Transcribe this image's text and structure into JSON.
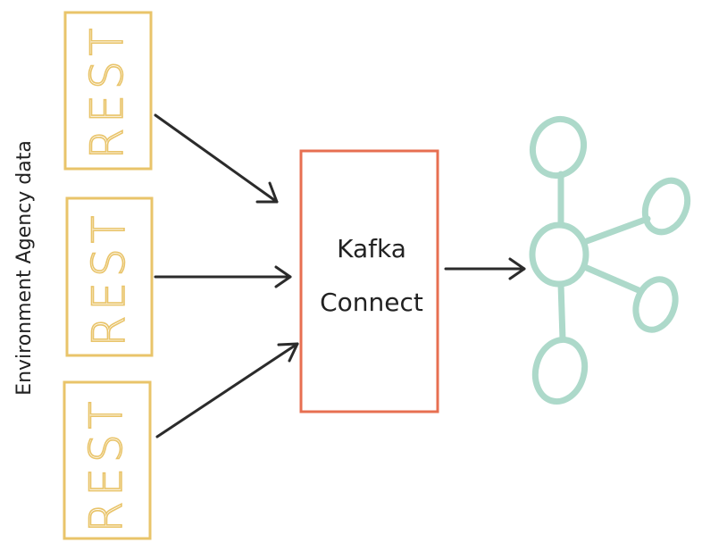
{
  "side_label": "Environment Agency data",
  "sources": [
    {
      "label": "REST"
    },
    {
      "label": "REST"
    },
    {
      "label": "REST"
    }
  ],
  "connector": {
    "line1": "Kafka",
    "line2": "Connect"
  },
  "colors": {
    "source_box": "#e9c46a",
    "connector_box": "#e76f51",
    "arrow": "#2b2b2b",
    "network": "#9fd3c1"
  },
  "icons": {
    "network": "network-graph-icon"
  }
}
